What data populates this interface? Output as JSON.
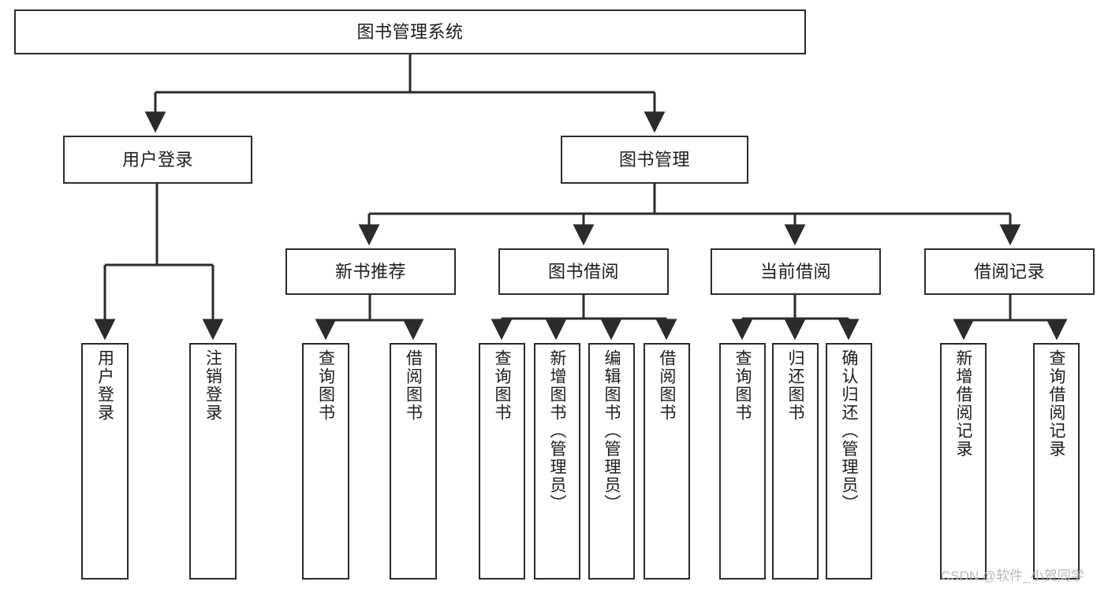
{
  "diagram": {
    "type": "hierarchy-tree",
    "title": "图书管理系统",
    "orientation": "top-down",
    "colors": {
      "box_border": "#2b2b2b",
      "box_fill": "#ffffff",
      "edge": "#2b2b2b",
      "text": "#1c1c1c",
      "watermark": "#b9b9b9",
      "background": "#ffffff"
    },
    "nodes": {
      "root": {
        "label": "图书管理系统"
      },
      "level1": [
        {
          "id": "user-login",
          "label": "用户登录"
        },
        {
          "id": "book-manage",
          "label": "图书管理"
        }
      ],
      "level2": [
        {
          "id": "new-book-recommend",
          "label": "新书推荐"
        },
        {
          "id": "book-borrow",
          "label": "图书借阅"
        },
        {
          "id": "current-borrow",
          "label": "当前借阅"
        },
        {
          "id": "borrow-record",
          "label": "借阅记录"
        }
      ],
      "leaves": {
        "user_login": [
          {
            "id": "leaf-user-login",
            "label": "用户登录"
          },
          {
            "id": "leaf-logout",
            "label": "注销登录"
          }
        ],
        "new_book_recommend": [
          {
            "id": "leaf-query-book-1",
            "label": "查询图书"
          },
          {
            "id": "leaf-borrow-book-1",
            "label": "借阅图书"
          }
        ],
        "book_borrow": [
          {
            "id": "leaf-query-book-2",
            "label": "查询图书"
          },
          {
            "id": "leaf-add-book",
            "label": "新增图书（管理员）"
          },
          {
            "id": "leaf-edit-book",
            "label": "编辑图书（管理员）"
          },
          {
            "id": "leaf-borrow-book-2",
            "label": "借阅图书"
          }
        ],
        "current_borrow": [
          {
            "id": "leaf-query-book-3",
            "label": "查询图书"
          },
          {
            "id": "leaf-return-book",
            "label": "归还图书"
          },
          {
            "id": "leaf-confirm-return",
            "label": "确认归还（管理员）"
          }
        ],
        "borrow_record": [
          {
            "id": "leaf-add-record",
            "label": "新增借阅记录"
          },
          {
            "id": "leaf-query-record",
            "label": "查询借阅记录"
          }
        ]
      }
    },
    "watermark": "CSDN @软件_小贺同学"
  }
}
